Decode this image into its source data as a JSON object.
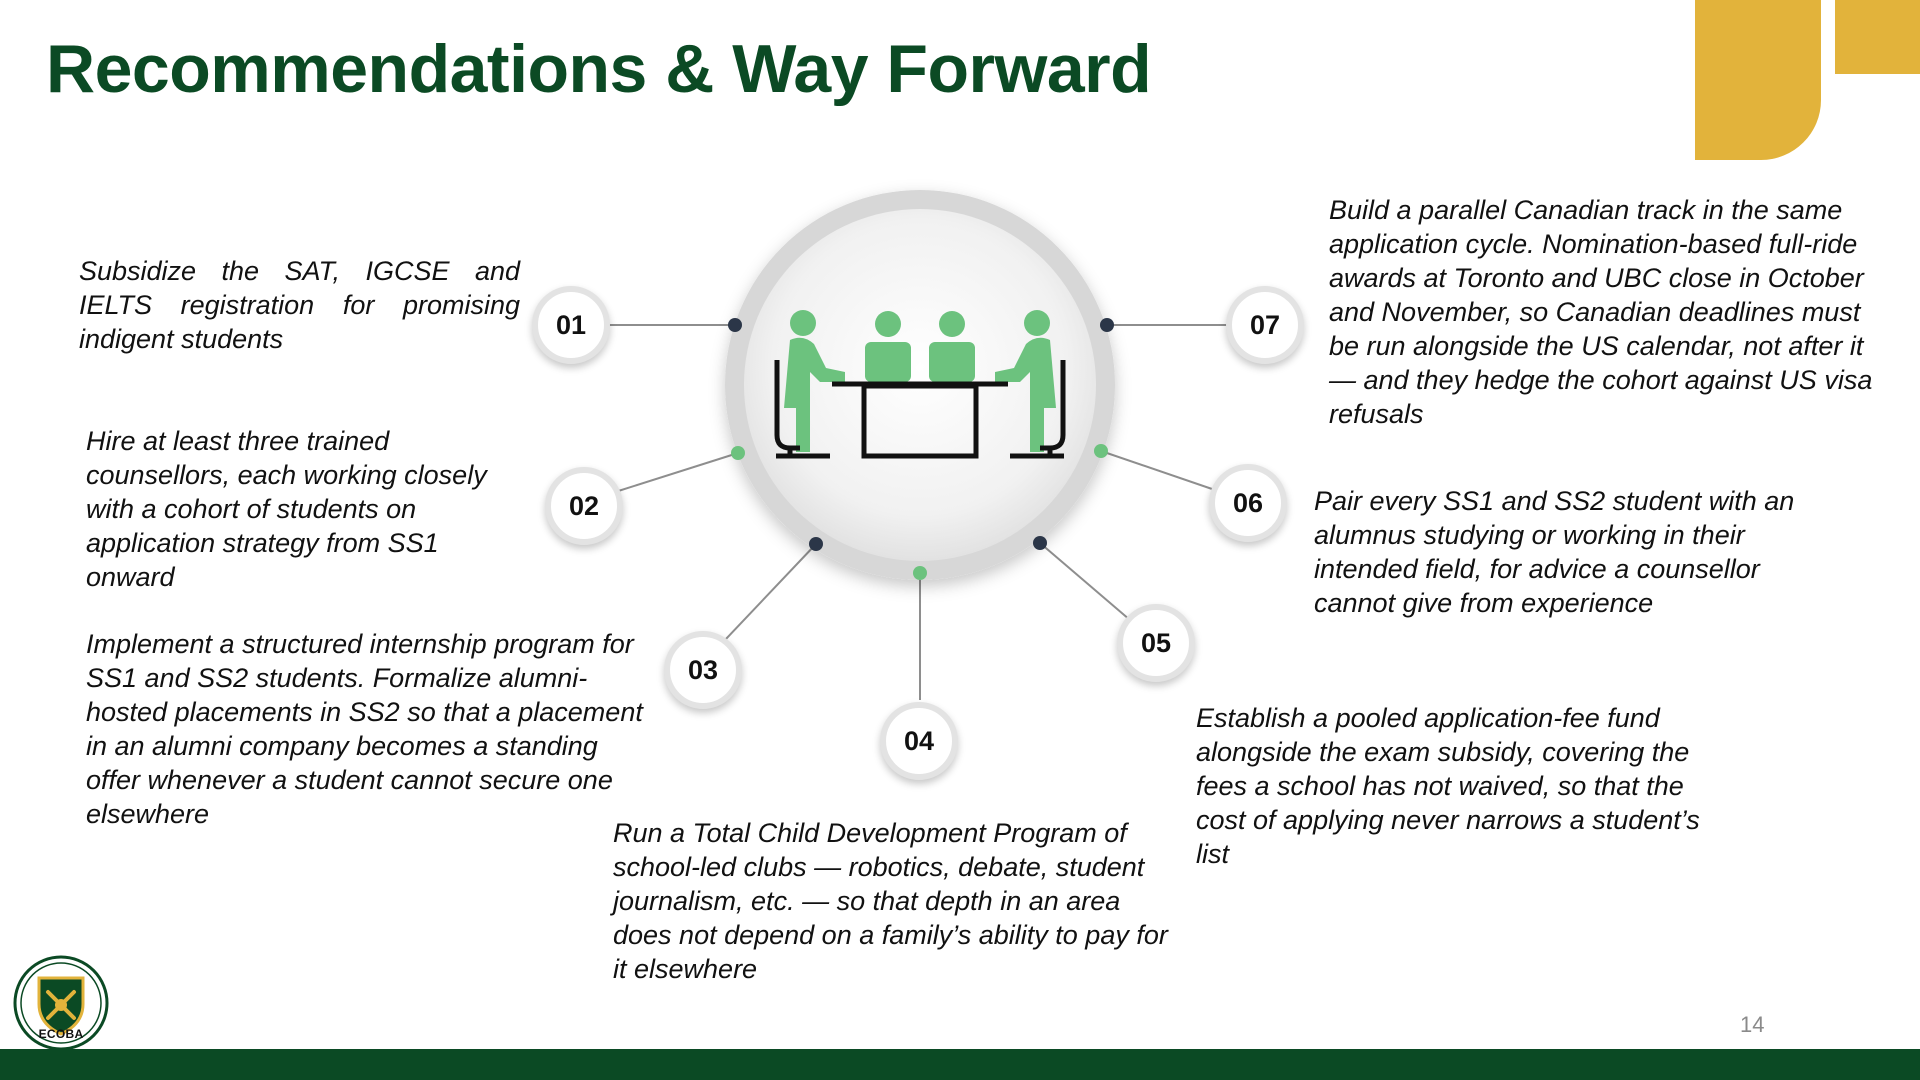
{
  "slide": {
    "title": "Recommendations & Way Forward",
    "page_number": "14",
    "logo_text": "ECOBA",
    "colors": {
      "title": "#0b4a24",
      "accent_gold": "#e2b33b",
      "icon_green": "#6cc27e",
      "footer": "#0b4a24"
    }
  },
  "recommendations": [
    {
      "number": "01",
      "text": "Subsidize the SAT, IGCSE and IELTS registration for promising indigent students"
    },
    {
      "number": "02",
      "text": "Hire at least three trained counsellors, each working closely with a cohort of students on application strategy from SS1 onward"
    },
    {
      "number": "03",
      "text": "Implement a structured internship program for SS1 and SS2 students. Formalize alumni-hosted placements in SS2 so that a placement in an alumni company becomes a standing offer whenever a student cannot secure one elsewhere"
    },
    {
      "number": "04",
      "text": "Run a Total Child Development Program of school-led clubs — robotics, debate, student journalism, etc. — so that depth in an area does not depend on a family’s ability to pay for it elsewhere"
    },
    {
      "number": "05",
      "text": "Establish a pooled application-fee fund alongside the exam subsidy, covering the fees a school has not waived, so that the cost of applying never narrows a student’s list"
    },
    {
      "number": "06",
      "text": "Pair every SS1 and SS2 student with an alumnus studying or working in their intended field, for advice a counsellor cannot give from experience"
    },
    {
      "number": "07",
      "text": "Build a parallel Canadian track in the same application cycle. Nomination-based full-ride awards at Toronto and UBC close in October and November, so Canadian deadlines must be run alongside the US calendar, not after it — and they hedge the cohort against US visa refusals"
    }
  ],
  "icons": {
    "center": "meeting-table-icon",
    "logo": "school-crest-icon"
  }
}
